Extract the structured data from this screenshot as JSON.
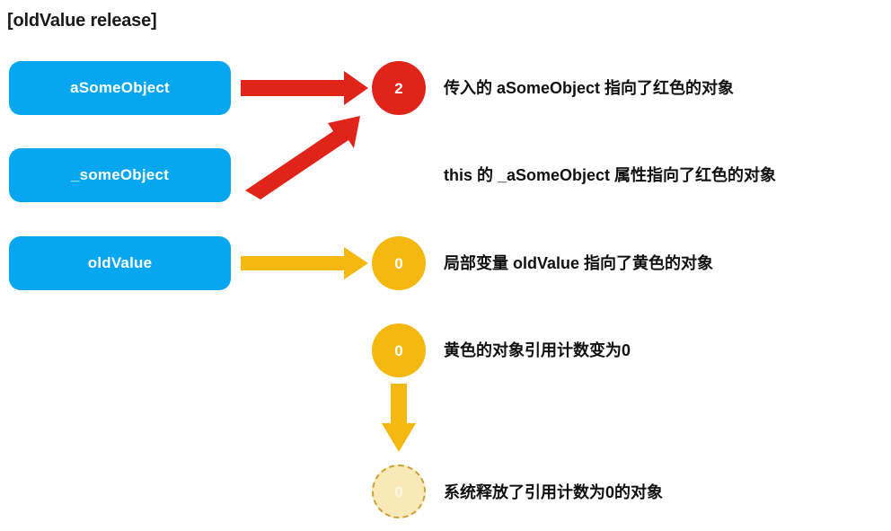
{
  "diagram": {
    "title": "[oldValue release]",
    "background_color": "#ffffff",
    "colors": {
      "box_blue": "#06a7f0",
      "red": "#e0241a",
      "yellow": "#f5b811",
      "freed_fill": "#fae9b8",
      "freed_border": "#c9a23c",
      "text": "#111111"
    },
    "boxes": [
      {
        "label": "aSomeObject"
      },
      {
        "label": "_someObject"
      },
      {
        "label": "oldValue"
      }
    ],
    "circles": [
      {
        "value": "2",
        "state": "red"
      },
      {
        "value": "0",
        "state": "yellow"
      },
      {
        "value": "0",
        "state": "yellow"
      },
      {
        "value": "0",
        "state": "freed"
      }
    ],
    "annotations": [
      {
        "text": "传入的 aSomeObject 指向了红色的对象"
      },
      {
        "text": "this 的 _aSomeObject 属性指向了红色的对象"
      },
      {
        "text": "局部变量 oldValue 指向了黄色的对象"
      },
      {
        "text": "黄色的对象引用计数变为0"
      },
      {
        "text": "系统释放了引用计数为0的对象"
      }
    ],
    "arrows": [
      {
        "name": "arrow-asomeobject-to-red",
        "color": "#e0241a",
        "direction": "right"
      },
      {
        "name": "arrow-someobject-to-red",
        "color": "#e0241a",
        "direction": "diagonal-up-right"
      },
      {
        "name": "arrow-oldvalue-to-yellow",
        "color": "#f5b811",
        "direction": "right"
      },
      {
        "name": "arrow-yellow-to-freed",
        "color": "#f5b811",
        "direction": "down"
      }
    ]
  }
}
